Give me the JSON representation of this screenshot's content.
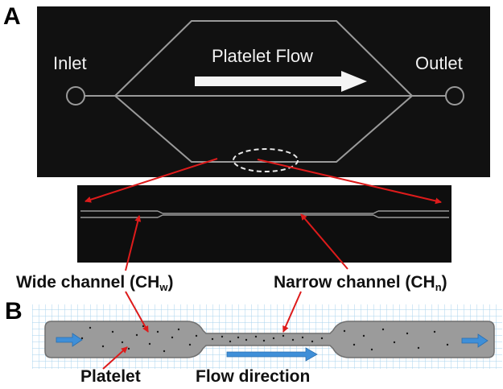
{
  "panels": {
    "a": "A",
    "b": "B"
  },
  "panel_a": {
    "inlet": "Inlet",
    "outlet": "Outlet",
    "flow": "Platelet Flow"
  },
  "panel_b": {
    "wide_channel": "Wide channel (CH",
    "wide_sub": "w",
    "narrow_channel": "Narrow  channel (CH",
    "narrow_sub": "n",
    "close_paren": ")",
    "platelet": "Platelet",
    "flow_direction": "Flow direction"
  },
  "colors": {
    "chip": "#111111",
    "channel_line": "#9a9a9a",
    "arrow_red": "#dd1b1b",
    "flow_blue": "#3f8fd8",
    "grid": "#a9d3ee",
    "channel_fill": "#9b9b9b"
  }
}
